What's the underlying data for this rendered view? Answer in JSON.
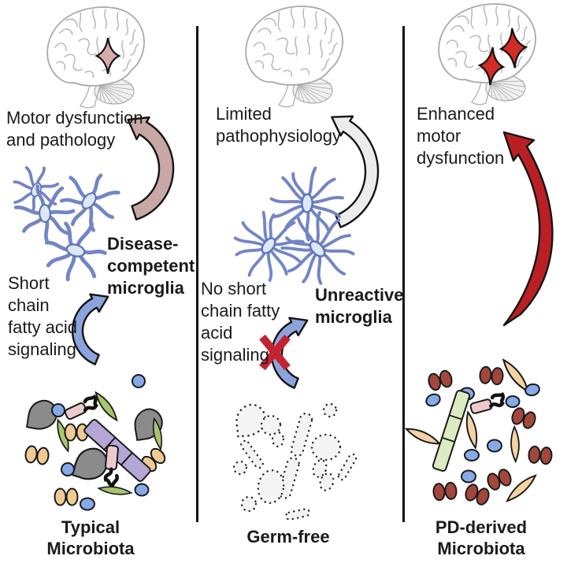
{
  "panels": [
    {
      "key": "typical-microbiota",
      "outcome_lines": [
        "Motor dysfunction",
        "and pathology"
      ],
      "signal_lines": [
        "Short",
        "chain",
        "fatty acid",
        "signaling"
      ],
      "microglia_lines": [
        "Disease-",
        "competent",
        "microglia"
      ],
      "bottom_lines": [
        "Typical",
        "Microbiota"
      ],
      "brain_lesion_count": 1
    },
    {
      "key": "germ-free",
      "outcome_lines": [
        "Limited",
        "pathophysiology"
      ],
      "signal_lines": [
        "No short",
        "chain fatty",
        "acid",
        "signaling"
      ],
      "microglia_lines": [
        "Unreactive",
        "microglia"
      ],
      "bottom_line": "Germ-free",
      "brain_lesion_count": 0
    },
    {
      "key": "pd-derived-microbiota",
      "outcome_lines": [
        "Enhanced",
        "motor",
        "dysfunction"
      ],
      "bottom_lines": [
        "PD-derived",
        "Microbiota"
      ],
      "brain_lesion_count": 2
    }
  ],
  "colors": {
    "background": "#ffffff",
    "divider": "#141414",
    "text": "#1a1a1a",
    "brain_outline": "#b4b4b4",
    "lesion_star_pink": "#d6abab",
    "lesion_star_red": "#d32b26",
    "arrow_pink": "#c8a7a4",
    "arrow_white": "#ececec",
    "arrow_blue": "#8ca4dd",
    "arrow_red": "#ba1f24",
    "no_signal_cross": "#c32330",
    "microglia_branch": "#7285c5",
    "microglia_body": "#dde7f7",
    "microbe_gray": "#8b8b8b",
    "microbe_blue": "#86a9e9",
    "microbe_orange": "#f1c992",
    "microbe_green": "#a9c56b",
    "microbe_purple": "#b4a7d5",
    "microbe_pink": "#eccacd",
    "microbe_maroon": "#a3473d",
    "microbe_tan": "#f3d2a4",
    "microbe_lightgreen": "#dcecc2",
    "germfree_fill": "#f4f4f4"
  }
}
